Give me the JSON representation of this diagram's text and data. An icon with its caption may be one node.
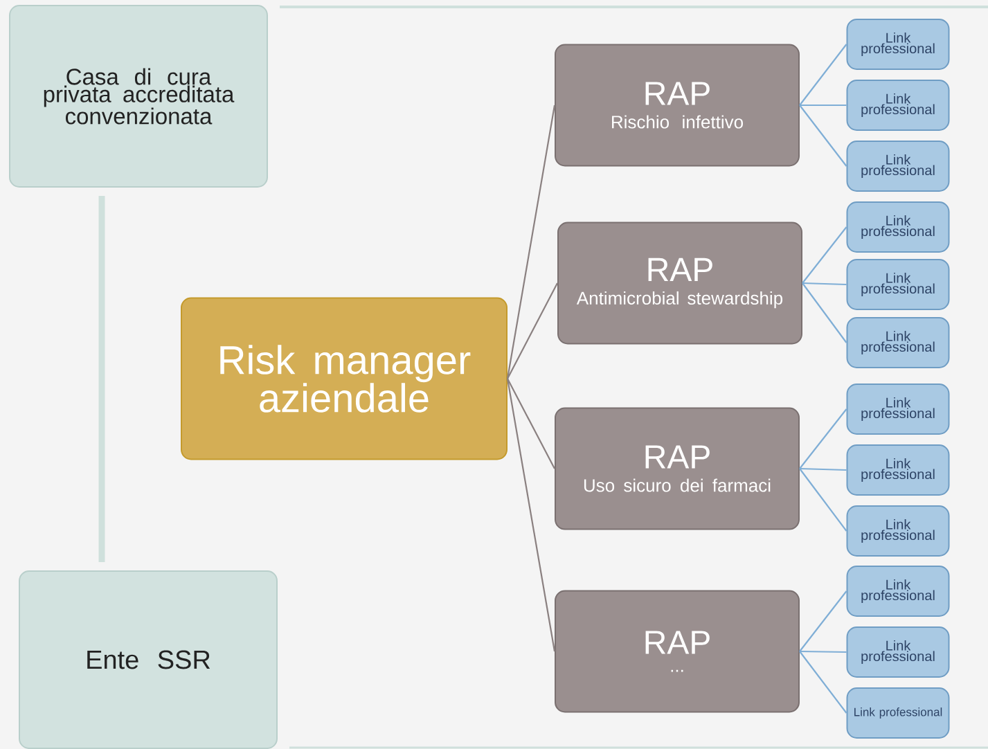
{
  "diagram": {
    "nodes": [
      {
        "text": [
          "Casa di cura privata accreditata convenzionata"
        ]
      },
      {
        "text": [
          "Ente SSR"
        ]
      },
      {
        "text": [
          "Risk manager aziendale"
        ]
      },
      {
        "text": [
          "RAP",
          "Rischio infettivo"
        ]
      },
      {
        "text": [
          "RAP",
          "Antimicrobial stewardship"
        ]
      },
      {
        "text": [
          "RAP",
          "Uso sicuro dei farmaci"
        ]
      },
      {
        "text": [
          "RAP",
          "..."
        ]
      },
      {
        "text": [
          "Link professional"
        ]
      },
      {
        "text": [
          "Link professional"
        ]
      },
      {
        "text": [
          "Link professional"
        ]
      },
      {
        "text": [
          "Link professional"
        ]
      },
      {
        "text": [
          "Link professional"
        ]
      },
      {
        "text": [
          "Link professional"
        ]
      },
      {
        "text": [
          "Link professional"
        ]
      },
      {
        "text": [
          "Link professional"
        ]
      },
      {
        "text": [
          "Link professional"
        ]
      },
      {
        "text": [
          "Link professional"
        ]
      },
      {
        "text": [
          "Link professional"
        ]
      },
      {
        "text": [
          "Link professional"
        ]
      }
    ],
    "edges": [
      {
        "from": 0,
        "to": 1,
        "arrow": "none",
        "style": "thick",
        "color": "#cfe0dc"
      },
      {
        "from": 2,
        "to": 3,
        "arrow": "none",
        "color": "#8a8080"
      },
      {
        "from": 2,
        "to": 4,
        "arrow": "none",
        "color": "#8a8080"
      },
      {
        "from": 2,
        "to": 5,
        "arrow": "none",
        "color": "#8a8080"
      },
      {
        "from": 2,
        "to": 6,
        "arrow": "none",
        "color": "#8a8080"
      },
      {
        "from": 3,
        "to": 7,
        "arrow": "none"
      },
      {
        "from": 3,
        "to": 8,
        "arrow": "none"
      },
      {
        "from": 3,
        "to": 9,
        "arrow": "none"
      },
      {
        "from": 4,
        "to": 10,
        "arrow": "none"
      },
      {
        "from": 4,
        "to": 11,
        "arrow": "none"
      },
      {
        "from": 4,
        "to": 12,
        "arrow": "none"
      },
      {
        "from": 5,
        "to": 13,
        "arrow": "none"
      },
      {
        "from": 5,
        "to": 14,
        "arrow": "none"
      },
      {
        "from": 5,
        "to": 15,
        "arrow": "none"
      },
      {
        "from": 6,
        "to": 16,
        "arrow": "none"
      },
      {
        "from": 6,
        "to": 17,
        "arrow": "none"
      },
      {
        "from": 6,
        "to": 18,
        "arrow": "none"
      }
    ]
  }
}
